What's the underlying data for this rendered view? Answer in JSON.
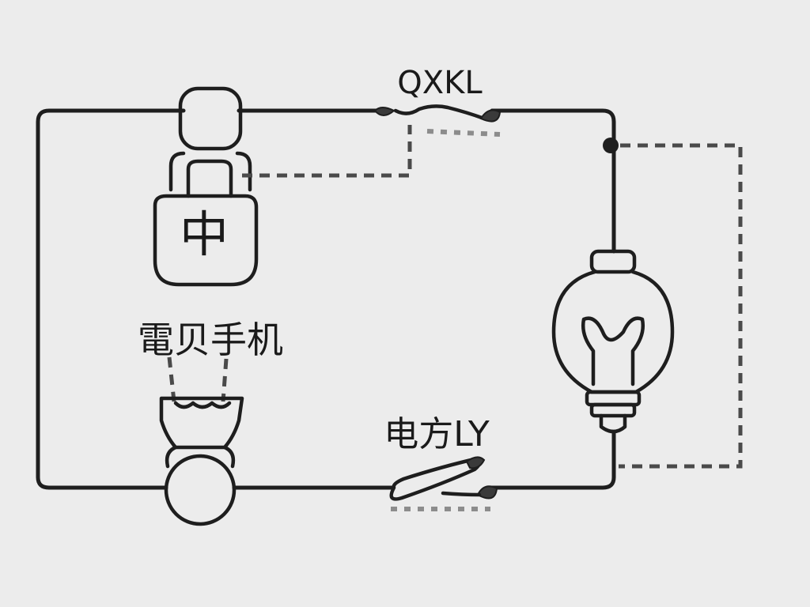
{
  "labels": {
    "top_switch": "QXKL",
    "left_device": "電贝手机",
    "bottom_switch": "电方LY",
    "transformer_char": "中"
  },
  "colors": {
    "line": "#1e1e1e",
    "dashed": "#4a4a4a",
    "dashed_light": "#8c8c8c",
    "background": "#ececec"
  }
}
